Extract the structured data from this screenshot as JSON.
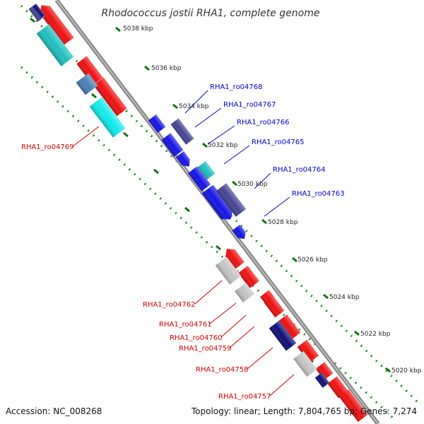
{
  "title": "Rhodococcus jostii RHA1, complete genome",
  "footer": {
    "accession": "Accession: NC_008268",
    "topology": "Topology: linear; Length: 7,804,765 bp; Genes: 7,274"
  },
  "colors": {
    "backbone": "#888888",
    "ruler": "#1a8a1a",
    "reverse_label": "#cc0000",
    "forward_label": "#0000cc",
    "red": "#ee1111",
    "blue": "#1515e6",
    "navy": "#101078",
    "slate": "#454595",
    "teal": "#1fbfbf",
    "cyan": "#10eaea",
    "steelblue": "#4a7fb5",
    "gray": "#c4c4c4"
  },
  "ticks": [
    "5038 kbp",
    "5036 kbp",
    "5034 kbp",
    "5032 kbp",
    "5030 kbp",
    "5028 kbp",
    "5026 kbp",
    "5024 kbp",
    "5022 kbp",
    "5020 kbp"
  ],
  "forward_labels": [
    "RHA1_ro04768",
    "RHA1_ro04767",
    "RHA1_ro04766",
    "RHA1_ro04765",
    "RHA1_ro04764",
    "RHA1_ro04763"
  ],
  "reverse_labels": [
    "RHA1_ro04769",
    "RHA1_ro04762",
    "RHA1_ro04761",
    "RHA1_ro04760",
    "RHA1_ro04759",
    "RHA1_ro04758",
    "RHA1_ro04757"
  ]
}
